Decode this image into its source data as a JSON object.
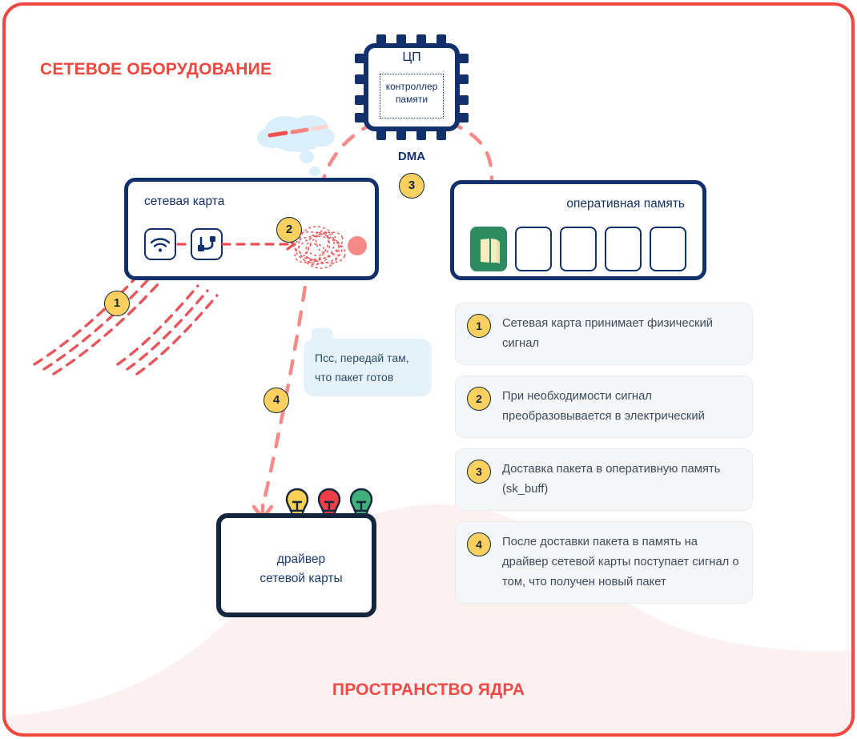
{
  "headings": {
    "hardware": "СЕТЕВОЕ ОБОРУДОВАНИЕ",
    "kernel": "ПРОСТРАНСТВО ЯДРА"
  },
  "cpu": {
    "name": "ЦП",
    "inner_line1": "контроллер",
    "inner_line2": "памяти",
    "dma_label": "DMA",
    "badge": "3"
  },
  "nic": {
    "label": "сетевая карта",
    "badge_signal": "1",
    "badge_convert": "2",
    "icons": [
      "wifi-icon",
      "cable-icon"
    ]
  },
  "ram": {
    "label": "оперативная память",
    "slots": [
      "packet",
      "",
      "",
      "",
      ""
    ]
  },
  "driver": {
    "line1": "драйвер",
    "line2": "сетевой карты",
    "badge": "4",
    "bulbs": [
      "#f9d154",
      "#ee3e45",
      "#3fb07a"
    ]
  },
  "bubble": {
    "line1": "Псс, передай там,",
    "line2": "что пакет готов"
  },
  "legend": [
    {
      "num": "1",
      "text": "Сетевая карта принимает физический сигнал"
    },
    {
      "num": "2",
      "text": "При необходимости сигнал преобразовывается в электрический"
    },
    {
      "num": "3",
      "text": "Доставка пакета в оперативную память (sk_buff)"
    },
    {
      "num": "4",
      "text": "После доставки пакета в память на драйвер сетевой карты поступает сигнал о том, что получен новый пакет"
    }
  ],
  "colors": {
    "frame": "#f2473f",
    "heading_red": "#f2473f",
    "navy": "#12306b",
    "badge_yellow": "#fbd05e",
    "accent_pink": "#f58a88",
    "dashed_red": "#e8555a",
    "kernel_blob": "#fdf0f0",
    "memory_green": "#2e8b61",
    "bubble_blue": "#e5f2fa",
    "legend_bg": "#f4f6f8"
  }
}
